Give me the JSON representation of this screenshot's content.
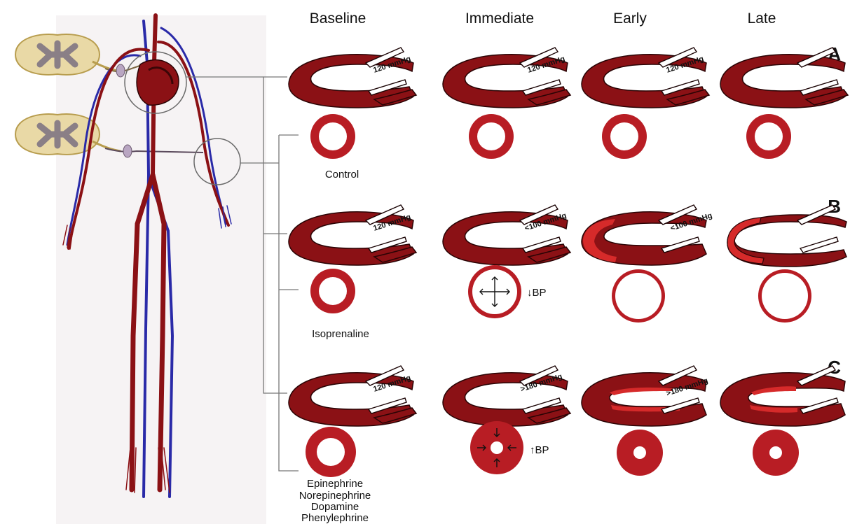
{
  "columns": [
    "Baseline",
    "Immediate",
    "Early",
    "Late"
  ],
  "row_tags": [
    "A",
    "B",
    "C"
  ],
  "drugs": {
    "control": "Control",
    "isoprenaline": "Isoprenaline",
    "pressors": [
      "Epinephrine",
      "Norepinephrine",
      "Dopamine",
      "Phenylephrine"
    ]
  },
  "pressures": {
    "a_baseline": "120 mmHg",
    "a_immediate": "120 mmHg",
    "a_early": "120 mmHg",
    "b_baseline": "120 mmHg",
    "b_immediate": "<100 mmHg",
    "b_early": "<100 mmHg",
    "c_baseline": "120 mmHg",
    "c_immediate": ">180 mmHg",
    "c_early": ">180 mmHg"
  },
  "bp_labels": {
    "down": "↓BP",
    "up": "↑BP"
  },
  "colors": {
    "myocardium": "#8b1115",
    "artery_wall": "#b81d24",
    "stress_highlight": "#d62a2a",
    "vein": "#2a2aa8",
    "panel_bg": "#f6f3f4"
  },
  "icons": [
    "spinal-cord-icon",
    "heart-icon",
    "artery-icon",
    "arrow-icon"
  ]
}
